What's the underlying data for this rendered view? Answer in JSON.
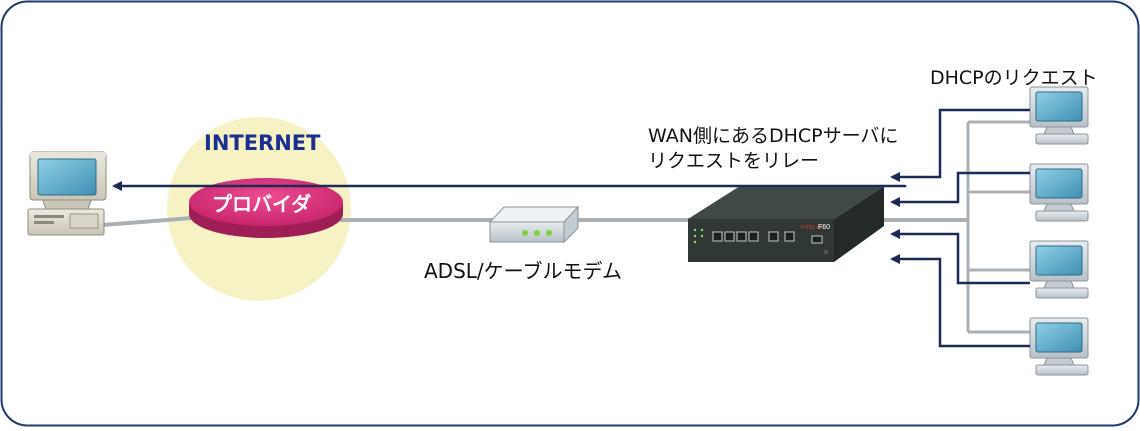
{
  "internet_label": "INTERNET",
  "provider_label": "プロバイダ",
  "modem_label": "ADSL/ケーブルモデム",
  "relay_label_line1": "WAN側にあるDHCPサーバに",
  "relay_label_line2": "リクエストをリレー",
  "dhcp_request_label": "DHCPのリクエスト",
  "router_brand": "FITELnet",
  "router_model": "F60",
  "colors": {
    "frame": "#1e3a6e",
    "arrow": "#1c2b55",
    "cable": "#aab0b4",
    "provider": "#d6307a",
    "internet_halo": "#f6f2c4",
    "internet_text": "#1a2f8f"
  }
}
